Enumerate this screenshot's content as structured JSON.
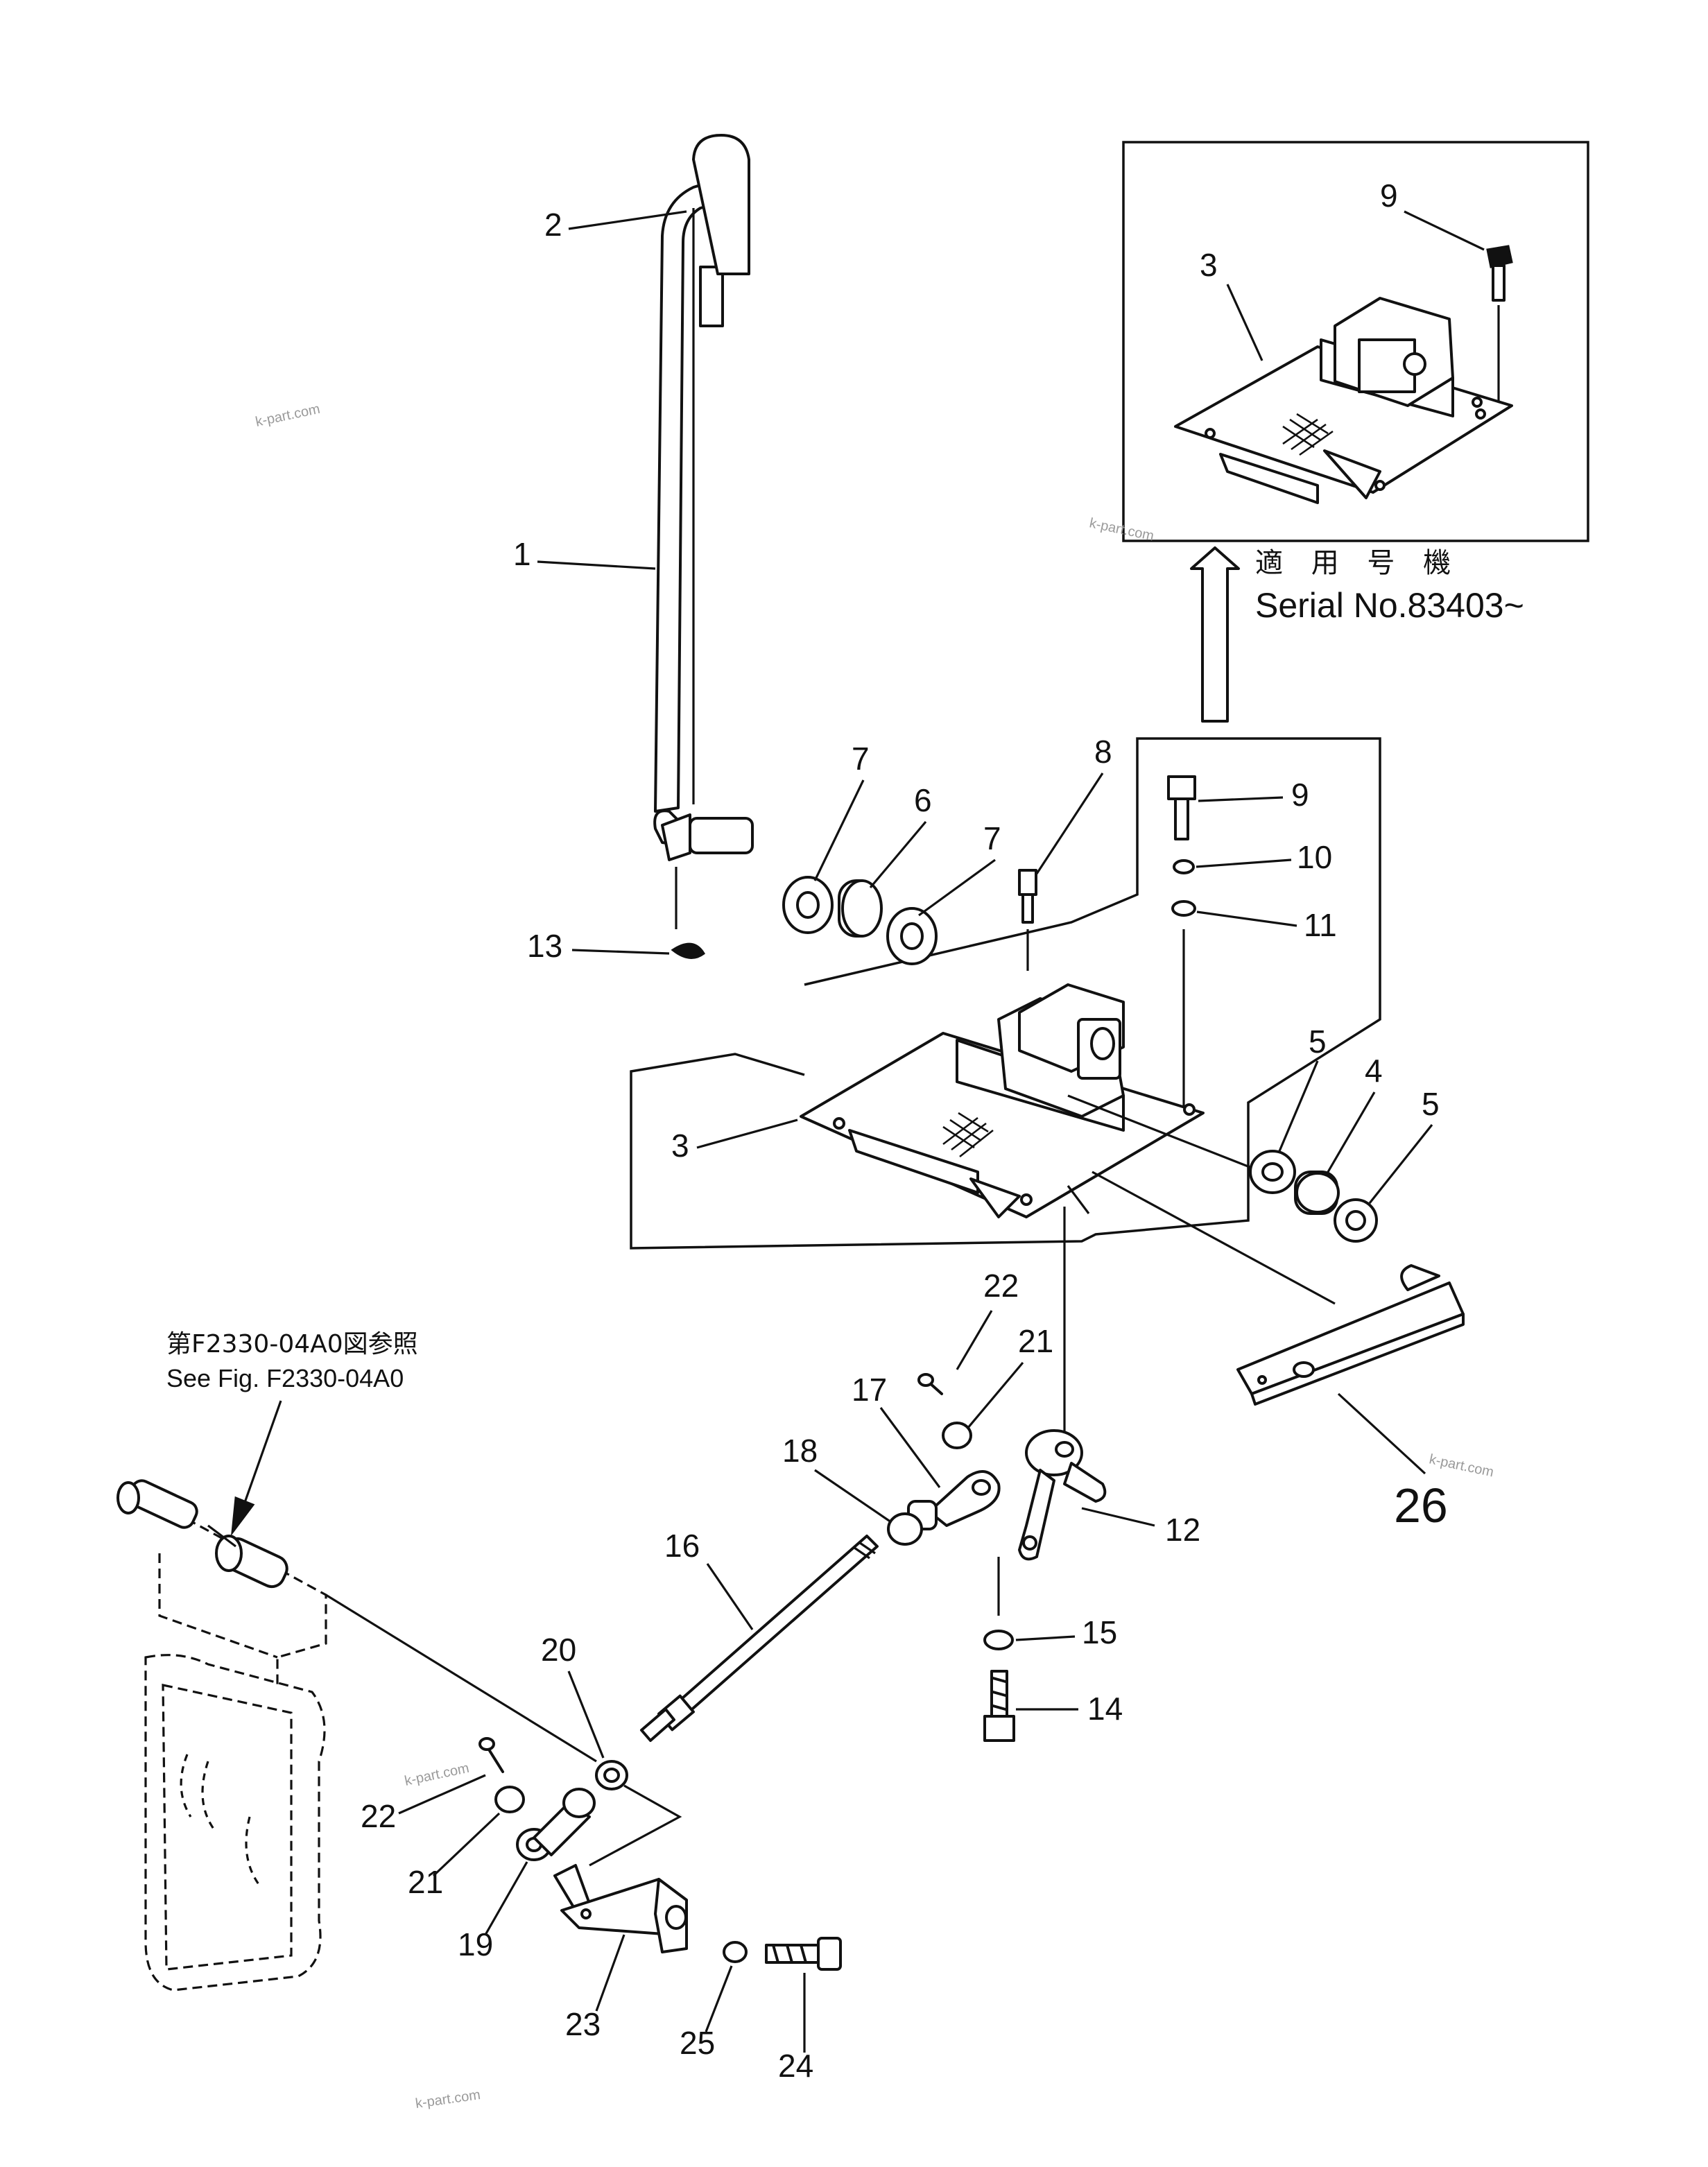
{
  "diagram": {
    "serial_note": {
      "jp": "適 用 号 機",
      "en": "Serial  No.83403~"
    },
    "reference_note": {
      "jp": "第F2330-04A0図参照",
      "en": "See Fig. F2330-04A0"
    },
    "watermark": "k-part.com",
    "callouts": {
      "c1": "1",
      "c2": "2",
      "c3_inset": "3",
      "c3": "3",
      "c4": "4",
      "c5a": "5",
      "c5b": "5",
      "c6": "6",
      "c7a": "7",
      "c7b": "7",
      "c8": "8",
      "c9_inset": "9",
      "c9": "9",
      "c10": "10",
      "c11": "11",
      "c12": "12",
      "c13": "13",
      "c14": "14",
      "c15": "15",
      "c16": "16",
      "c17": "17",
      "c18": "18",
      "c19": "19",
      "c20": "20",
      "c21a": "21",
      "c21b": "21",
      "c22a": "22",
      "c22b": "22",
      "c23": "23",
      "c24": "24",
      "c25": "25",
      "c26": "26"
    }
  }
}
